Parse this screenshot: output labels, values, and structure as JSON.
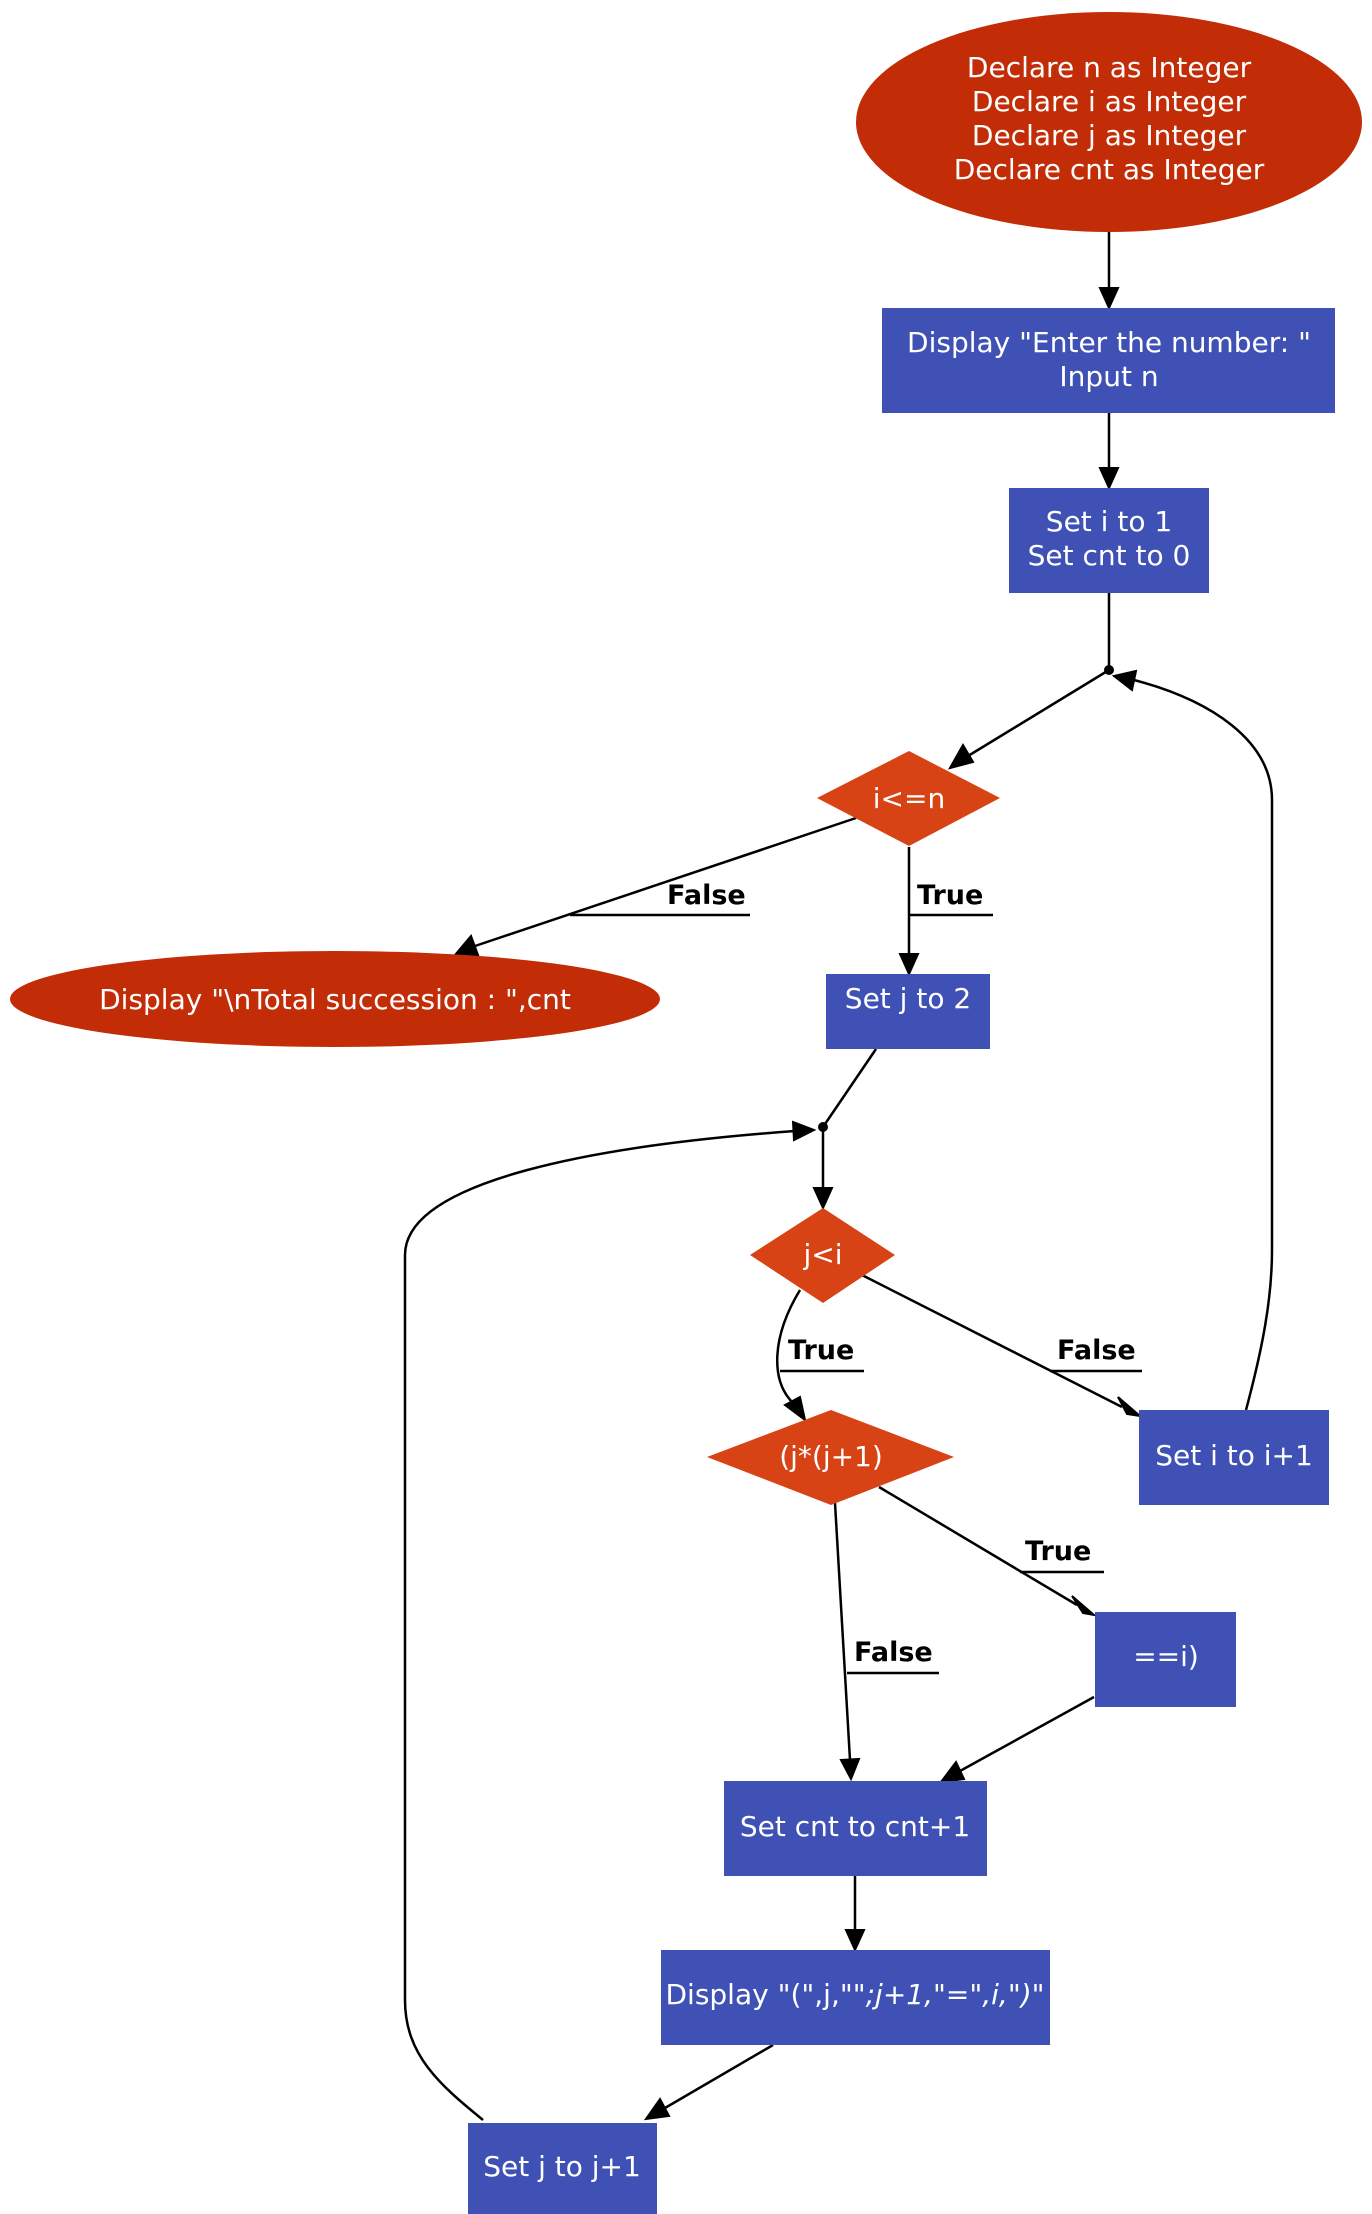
{
  "colors": {
    "terminal": "#c22c06",
    "process": "#3f51b5",
    "decision": "#d84315",
    "text": "#ffffff",
    "edge": "#000000"
  },
  "nodes": {
    "start": {
      "shape": "ellipse",
      "lines": [
        "Declare n as Integer",
        "Declare i as Integer",
        "Declare j as Integer",
        "Declare cnt as Integer"
      ]
    },
    "input": {
      "shape": "box",
      "lines": [
        "Display \"Enter the number: \"",
        "Input n"
      ]
    },
    "init": {
      "shape": "box",
      "lines": [
        "Set i to 1",
        "Set cnt to 0"
      ]
    },
    "cond_i": {
      "shape": "diamond",
      "lines": [
        "i<=n"
      ]
    },
    "end": {
      "shape": "ellipse",
      "lines": [
        "Display \"\\nTotal succession : \",cnt"
      ]
    },
    "set_j": {
      "shape": "box",
      "lines": [
        "Set j to 2"
      ]
    },
    "cond_j": {
      "shape": "diamond",
      "lines": [
        "j<i"
      ]
    },
    "cond_prod": {
      "shape": "diamond",
      "lines": [
        "(j*(j+1)"
      ]
    },
    "inc_i": {
      "shape": "box",
      "lines": [
        "Set i to i+1"
      ]
    },
    "eq_i": {
      "shape": "box",
      "lines": [
        "==i)"
      ]
    },
    "inc_cnt": {
      "shape": "box",
      "lines": [
        "Set cnt to cnt+1"
      ]
    },
    "display_pair": {
      "shape": "box",
      "lines": [
        "Display \"(\",j,\"\"",
        ";j+1,\"=\",i,\")\""
      ]
    },
    "inc_j": {
      "shape": "box",
      "lines": [
        "Set j to j+1"
      ]
    }
  },
  "edge_labels": {
    "cond_i_false": "False",
    "cond_i_true": "True",
    "cond_j_true": "True",
    "cond_j_false": "False",
    "cond_prod_true": "True",
    "cond_prod_false": "False"
  }
}
